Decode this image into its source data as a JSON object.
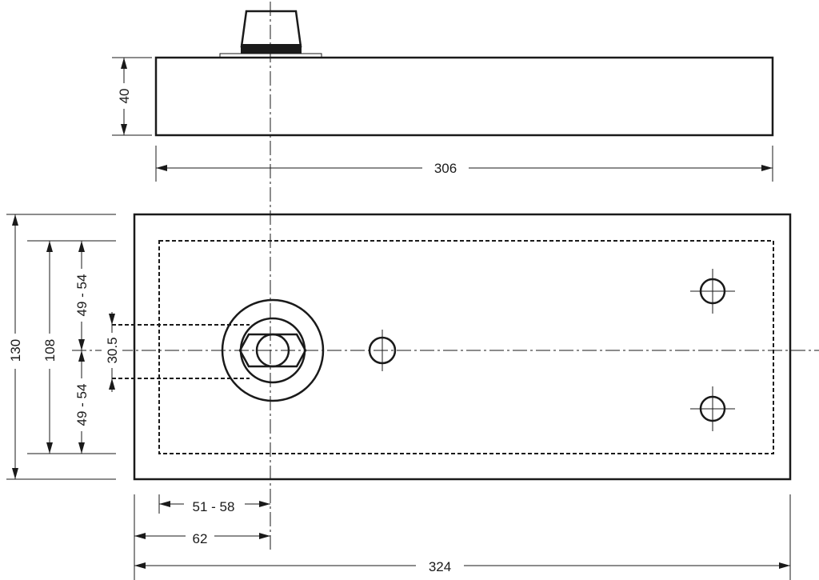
{
  "colors": {
    "line": "#1a1a1a",
    "background": "#ffffff"
  },
  "dimensions": {
    "side_height": "40",
    "side_length": "306",
    "plan_height_outer": "130",
    "plan_height_inner": "108",
    "offset_upper": "49 - 54",
    "offset_lower": "49 - 54",
    "spindle_width": "30.5",
    "spindle_offset_range": "51 - 58",
    "spindle_offset": "62",
    "plan_length": "324"
  }
}
